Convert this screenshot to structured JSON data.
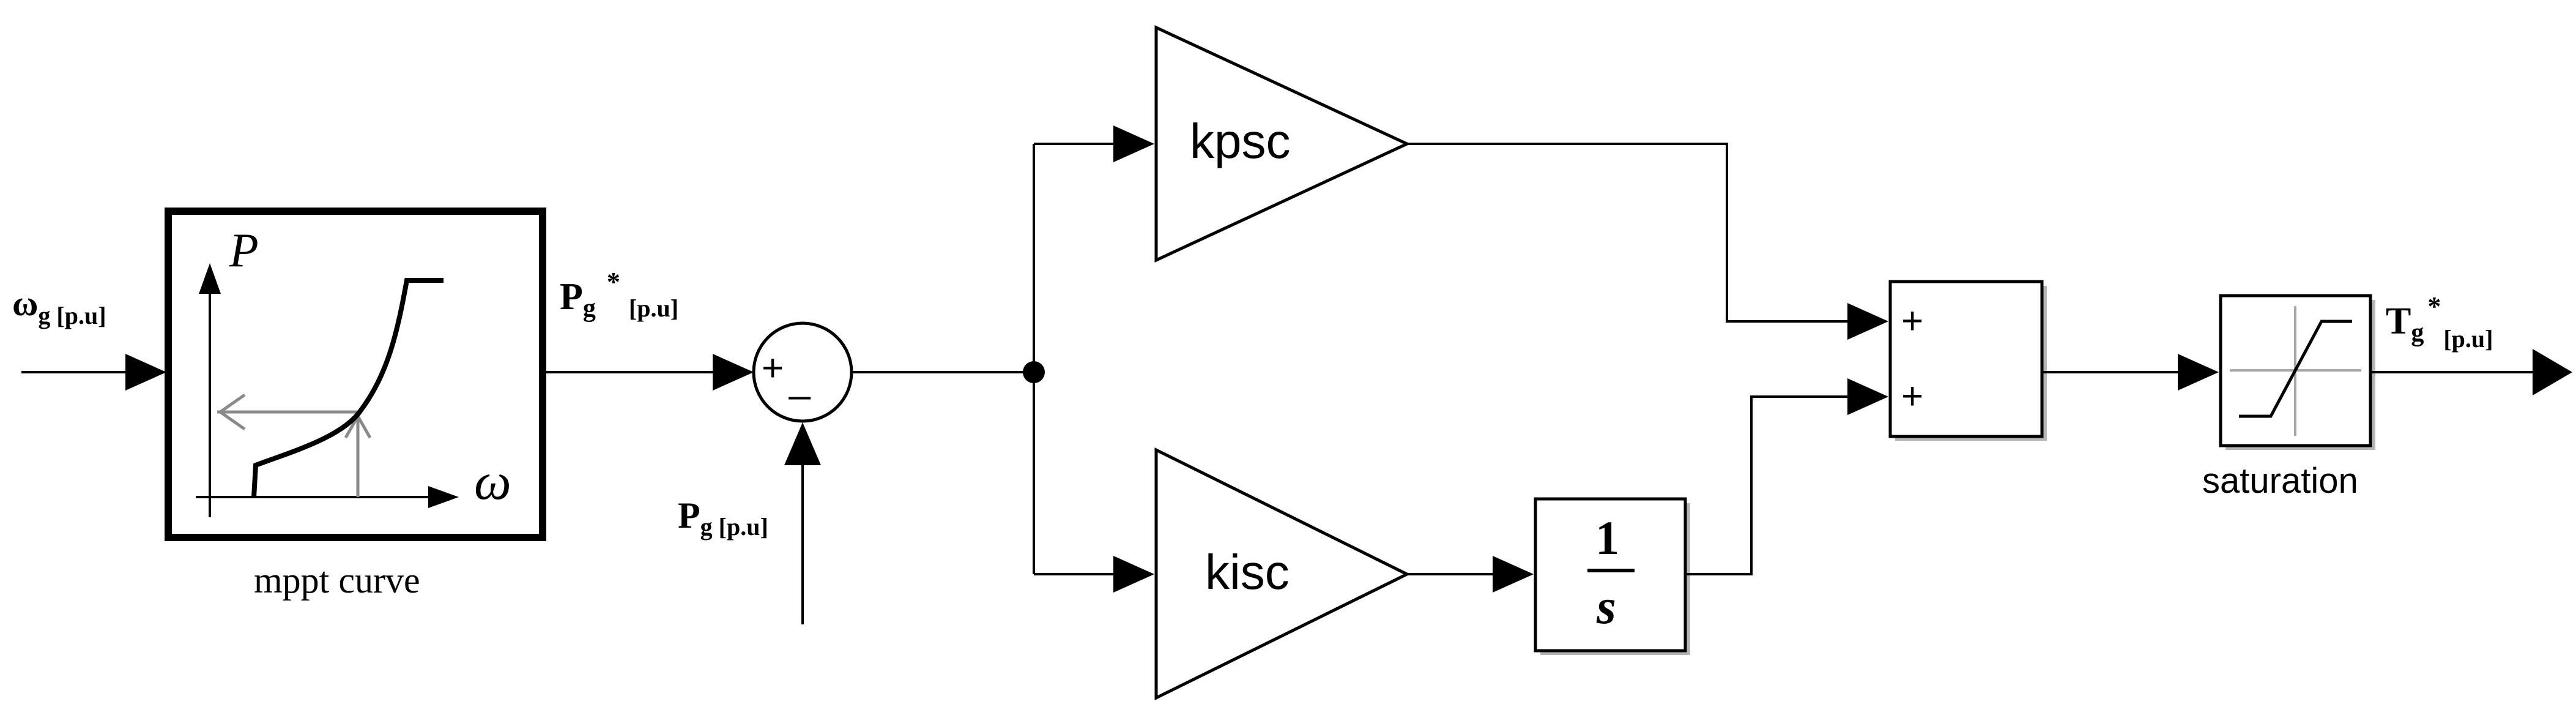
{
  "diagram": {
    "input": {
      "base": "ω",
      "sub": "g [p.u]"
    },
    "mppt": {
      "caption": "mppt curve",
      "axis_y": "P",
      "axis_x": "ω"
    },
    "pg_star": {
      "base": "P",
      "sub": "g",
      "sup": "*",
      "unit": "[p.u]"
    },
    "pg_meas": {
      "base": "P",
      "sub": "g [p.u]"
    },
    "sum1": {
      "plus": "+",
      "minus": "_"
    },
    "gain_p": {
      "label": "kpsc"
    },
    "gain_i": {
      "label": "kisc"
    },
    "integrator": {
      "num": "1",
      "den": "s"
    },
    "sum2": {
      "in1": "+",
      "in2": "+"
    },
    "saturation": {
      "caption": "saturation"
    },
    "output": {
      "base": "T",
      "sub": "g",
      "sup": "*",
      "unit": "[p.u]"
    }
  }
}
